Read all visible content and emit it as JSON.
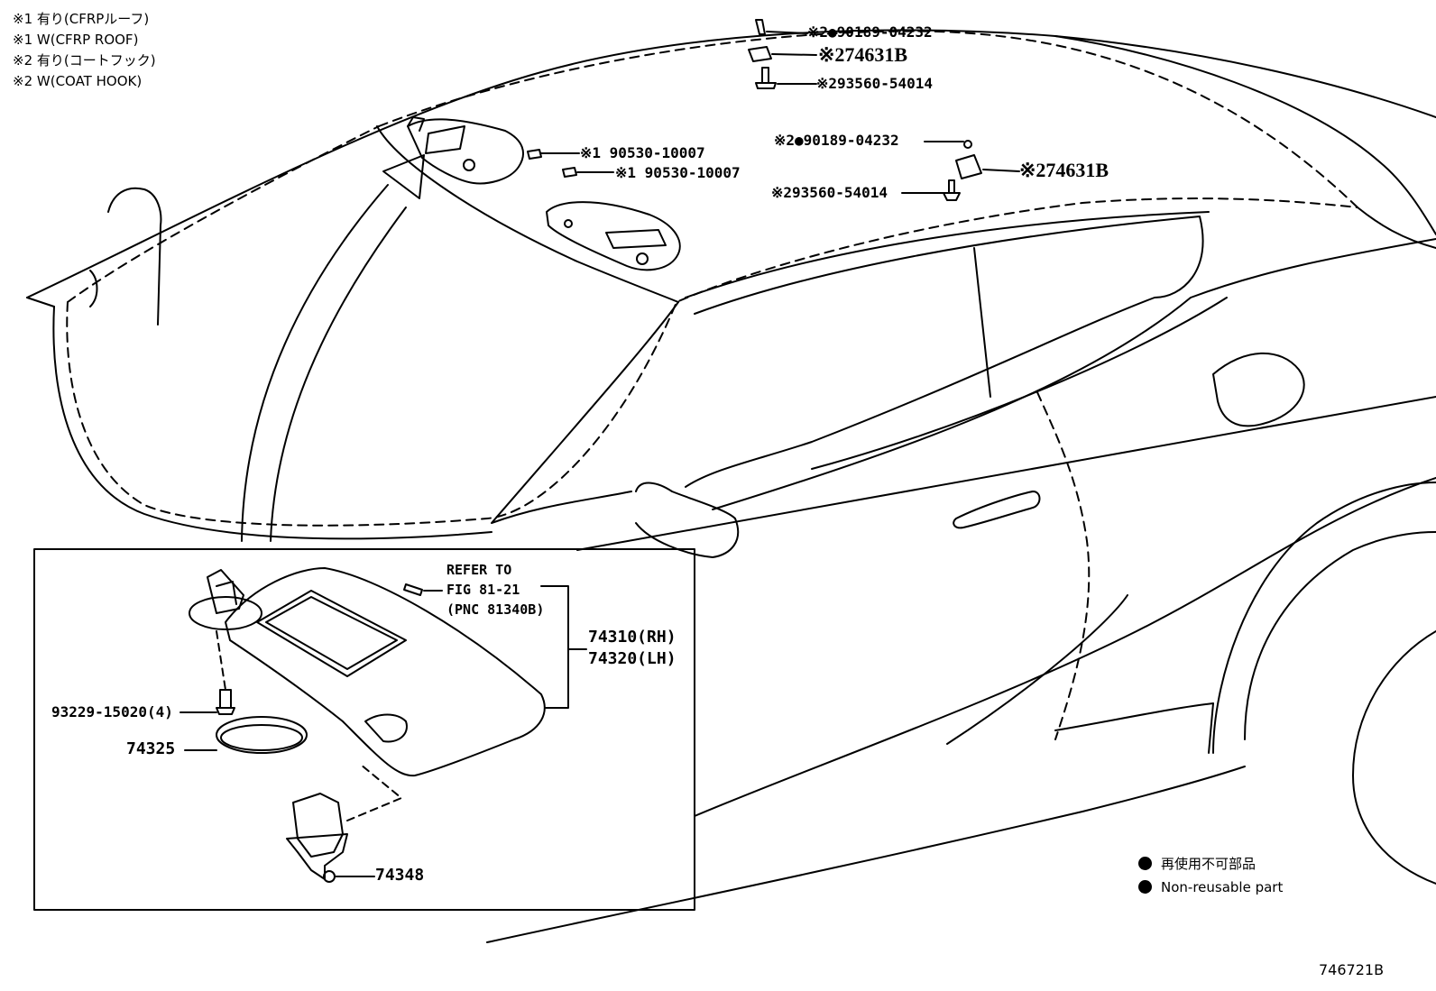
{
  "notes": [
    "※1 有り(CFRPルーフ)",
    "※1 W(CFRP ROOF)",
    "※2 有り(コートフック)",
    "※2 W(COAT HOOK)"
  ],
  "callouts": {
    "clip_top": "※2●90189-04232",
    "hook_top": "※274631B",
    "screw_top": "※293560-54014",
    "clip_mid": "※2●90189-04232",
    "hook_mid": "※274631B",
    "screw_mid": "※293560-54014",
    "visor_clip_1": "※1 90530-10007",
    "visor_clip_2": "※1 90530-10007"
  },
  "detail": {
    "refer_lines": [
      "REFER TO",
      "FIG 81-21",
      "(PNC 81340B)"
    ],
    "visor_rh": "74310(RH)",
    "visor_lh": "74320(LH)",
    "screw": "93229-15020(4)",
    "cover": "74325",
    "holder": "74348"
  },
  "legend": {
    "non_reusable_ja": "再使用不可部品",
    "non_reusable_en": "Non-reusable part"
  },
  "figure_id": "746721B"
}
